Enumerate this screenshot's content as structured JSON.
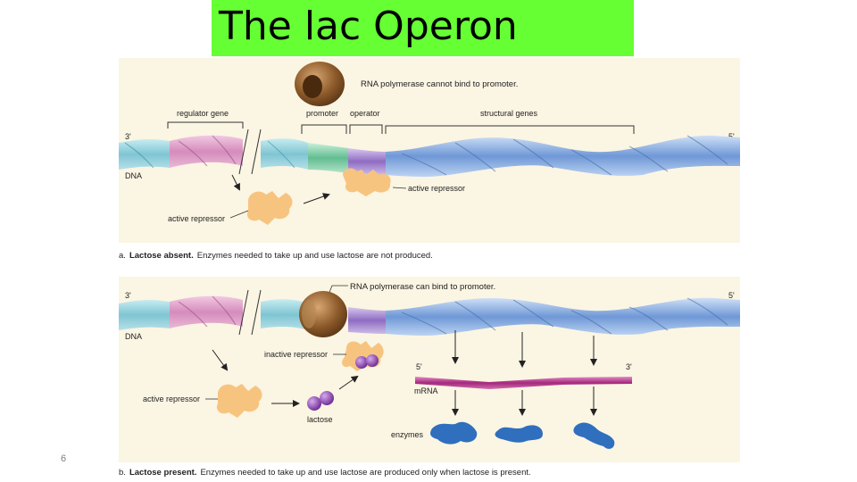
{
  "slide": {
    "title": "The lac Operon",
    "page_number": "6"
  },
  "panel_a": {
    "strand_start": "3'",
    "strand_end": "5'",
    "dna": "DNA",
    "polymerase_note": "RNA polymerase cannot bind to promoter.",
    "regulator_gene": "regulator gene",
    "promoter": "promoter",
    "operator": "operator",
    "structural_genes": "structural genes",
    "active_repressor_bound": "active repressor",
    "active_repressor_free": "active repressor",
    "caption_letter": "a.",
    "caption_bold": "Lactose absent.",
    "caption_text": "Enzymes needed to take up and use lactose are not produced."
  },
  "panel_b": {
    "strand_start": "3'",
    "strand_end": "5'",
    "dna": "DNA",
    "polymerase_note": "RNA polymerase can bind to promoter.",
    "inactive_repressor": "inactive repressor",
    "active_repressor": "active repressor",
    "lactose": "lactose",
    "mrna_5": "5'",
    "mrna_3": "3'",
    "mrna": "mRNA",
    "enzymes": "enzymes",
    "caption_letter": "b.",
    "caption_bold": "Lactose present.",
    "caption_text": "Enzymes needed to take up and use lactose are produced only when lactose is present."
  },
  "colors": {
    "title_bg": "#66ff33",
    "panel_bg": "#fbf5e3",
    "regulator": "#d991c2",
    "promoter": "#6fc7a0",
    "operator": "#9c7ac9",
    "structural": "#7ba3dd",
    "spacer": "#8fd0db",
    "repressor": "#f7c47f",
    "polymerase": "#8a5a2b",
    "lactose": "#8b3fb0",
    "mrna": "#b2328a",
    "enzyme": "#2f6fbd"
  }
}
